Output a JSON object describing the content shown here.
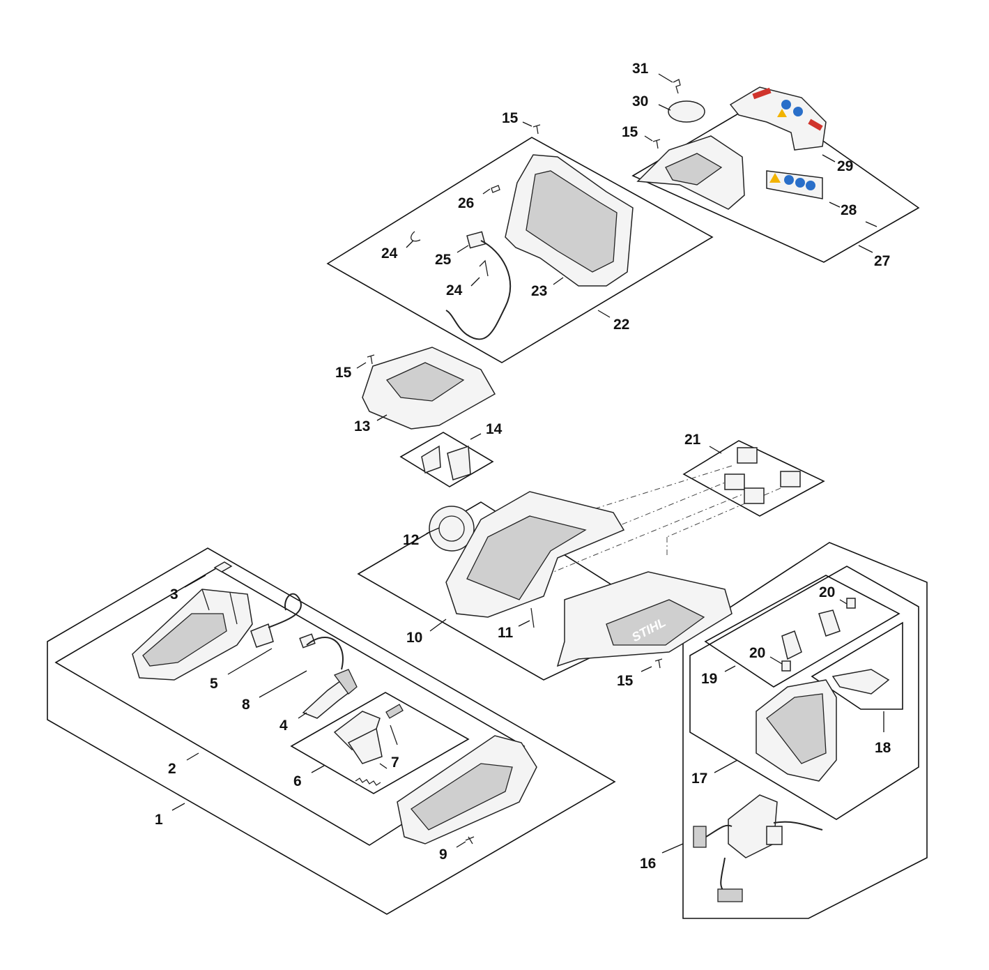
{
  "brand_logo": "STIHL",
  "colors": {
    "label_red": "#d0342c",
    "label_blue": "#2a6fc9",
    "label_yellow": "#f2b300"
  },
  "callouts": {
    "c1": "1",
    "c2": "2",
    "c3": "3",
    "c4": "4",
    "c5": "5",
    "c6": "6",
    "c7": "7",
    "c8": "8",
    "c9": "9",
    "c10": "10",
    "c11": "11",
    "c12": "12",
    "c13": "13",
    "c14": "14",
    "c15a": "15",
    "c15b": "15",
    "c15c": "15",
    "c15d": "15",
    "c16": "16",
    "c17": "17",
    "c18": "18",
    "c19": "19",
    "c20a": "20",
    "c20b": "20",
    "c21": "21",
    "c22": "22",
    "c23": "23",
    "c24a": "24",
    "c24b": "24",
    "c25": "25",
    "c26": "26",
    "c27": "27",
    "c28": "28",
    "c29": "29",
    "c30": "30",
    "c31": "31"
  }
}
